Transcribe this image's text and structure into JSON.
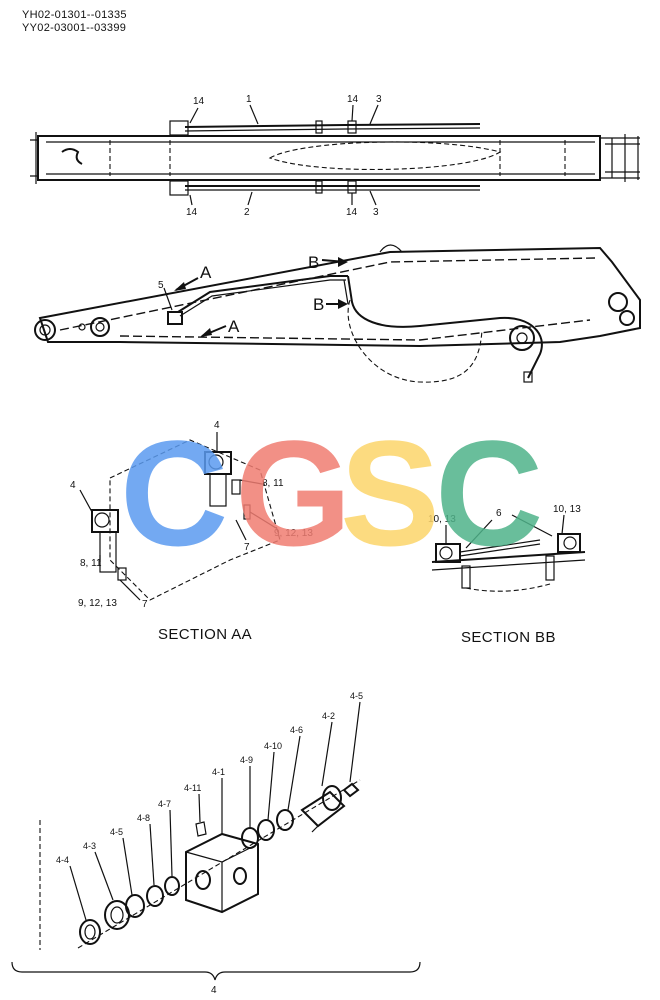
{
  "header": {
    "serial_line_1": "YH02-01301--01335",
    "serial_line_2": "YY02-03001--03399"
  },
  "top_view": {
    "callouts": [
      "14",
      "1",
      "14",
      "3",
      "14",
      "2",
      "14",
      "3"
    ]
  },
  "side_view": {
    "callouts": {
      "part5": "5",
      "arrow_a": "A",
      "arrow_b": "B"
    }
  },
  "section_aa": {
    "title": "SECTION AA",
    "callouts": [
      "4",
      "4",
      "8, 11",
      "9, 12, 13",
      "7",
      "8, 11",
      "9, 12, 13",
      "7"
    ]
  },
  "section_bb": {
    "title": "SECTION BB",
    "callouts": [
      "10, 13",
      "6",
      "10, 13"
    ]
  },
  "exploded_view": {
    "callouts": [
      "4-4",
      "4-3",
      "4-5",
      "4-8",
      "4-7",
      "4-11",
      "4-1",
      "4-9",
      "4-10",
      "4-6",
      "4-2",
      "4-5"
    ],
    "assembly_label": "4"
  },
  "watermark": {
    "letters": [
      "C",
      "G",
      "S",
      "C"
    ],
    "colors": [
      "#5b9bf0",
      "#f07d72",
      "#fcd56b",
      "#4fb38a"
    ]
  }
}
